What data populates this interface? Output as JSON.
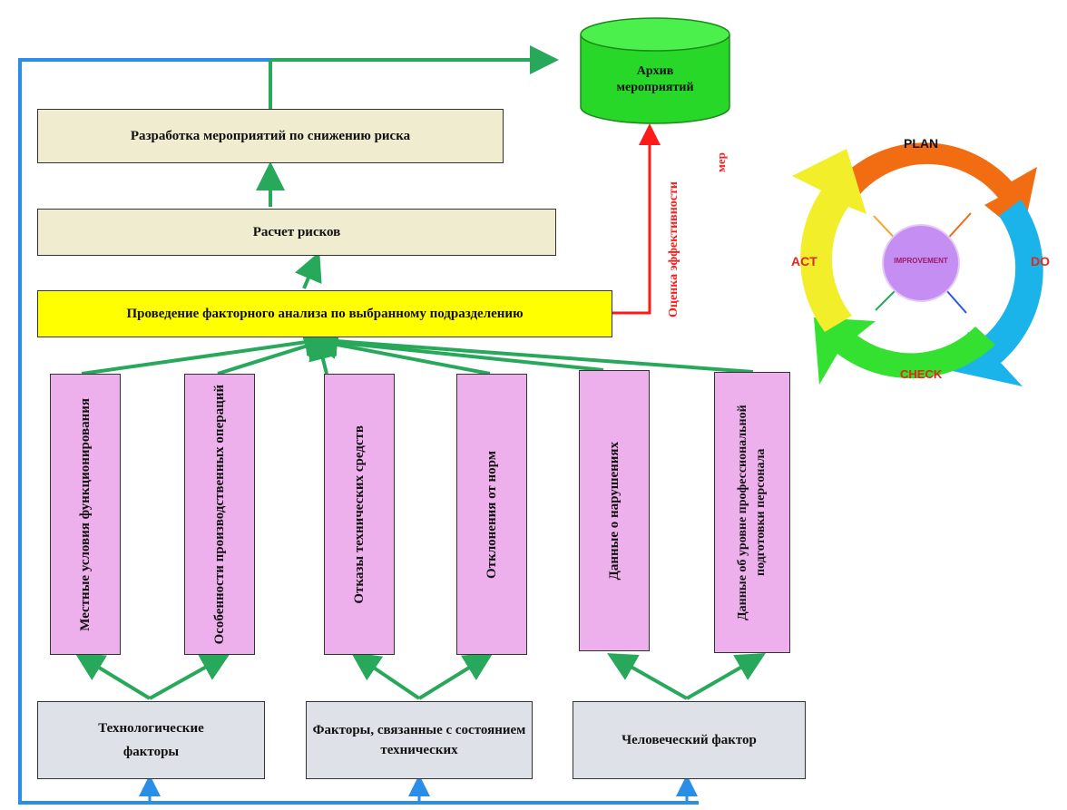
{
  "archive": {
    "label": "Архив мероприятий"
  },
  "measures": {
    "label": "Разработка мероприятий по снижению риска"
  },
  "risk_calc": {
    "label": "Расчет рисков"
  },
  "factor_analysis": {
    "label": "Проведение факторного анализа по выбранному подразделению"
  },
  "evaluation": {
    "label": "Оценка эффективности",
    "label_suffix": "мер"
  },
  "factor_columns": [
    {
      "label": "Местные условия функционирования"
    },
    {
      "label": "Особенности производственных операций"
    },
    {
      "label": "Отказы технических средств"
    },
    {
      "label": "Отклонения от норм"
    },
    {
      "label": "Данные о нарушениях"
    },
    {
      "label": "Данные об уровне профессиональной подготовки персонала"
    }
  ],
  "factor_groups": [
    {
      "label": "Технологические факторы"
    },
    {
      "label": "Факторы, связанные с состоянием технических"
    },
    {
      "label": "Человеческий фактор"
    }
  ],
  "pdca": {
    "plan": "PLAN",
    "do": "DO",
    "check": "CHECK",
    "act": "ACT",
    "center": "IMPROVEMENT",
    "colors": {
      "plan": "#f26d12",
      "do": "#1ab3ea",
      "check": "#34e030",
      "act": "#f2ee2a",
      "center": "#c48ef2"
    }
  },
  "colors": {
    "green_arrow": "#27a85a",
    "blue_loop": "#2a8ee8",
    "red_arrow": "#ff1a1a"
  }
}
